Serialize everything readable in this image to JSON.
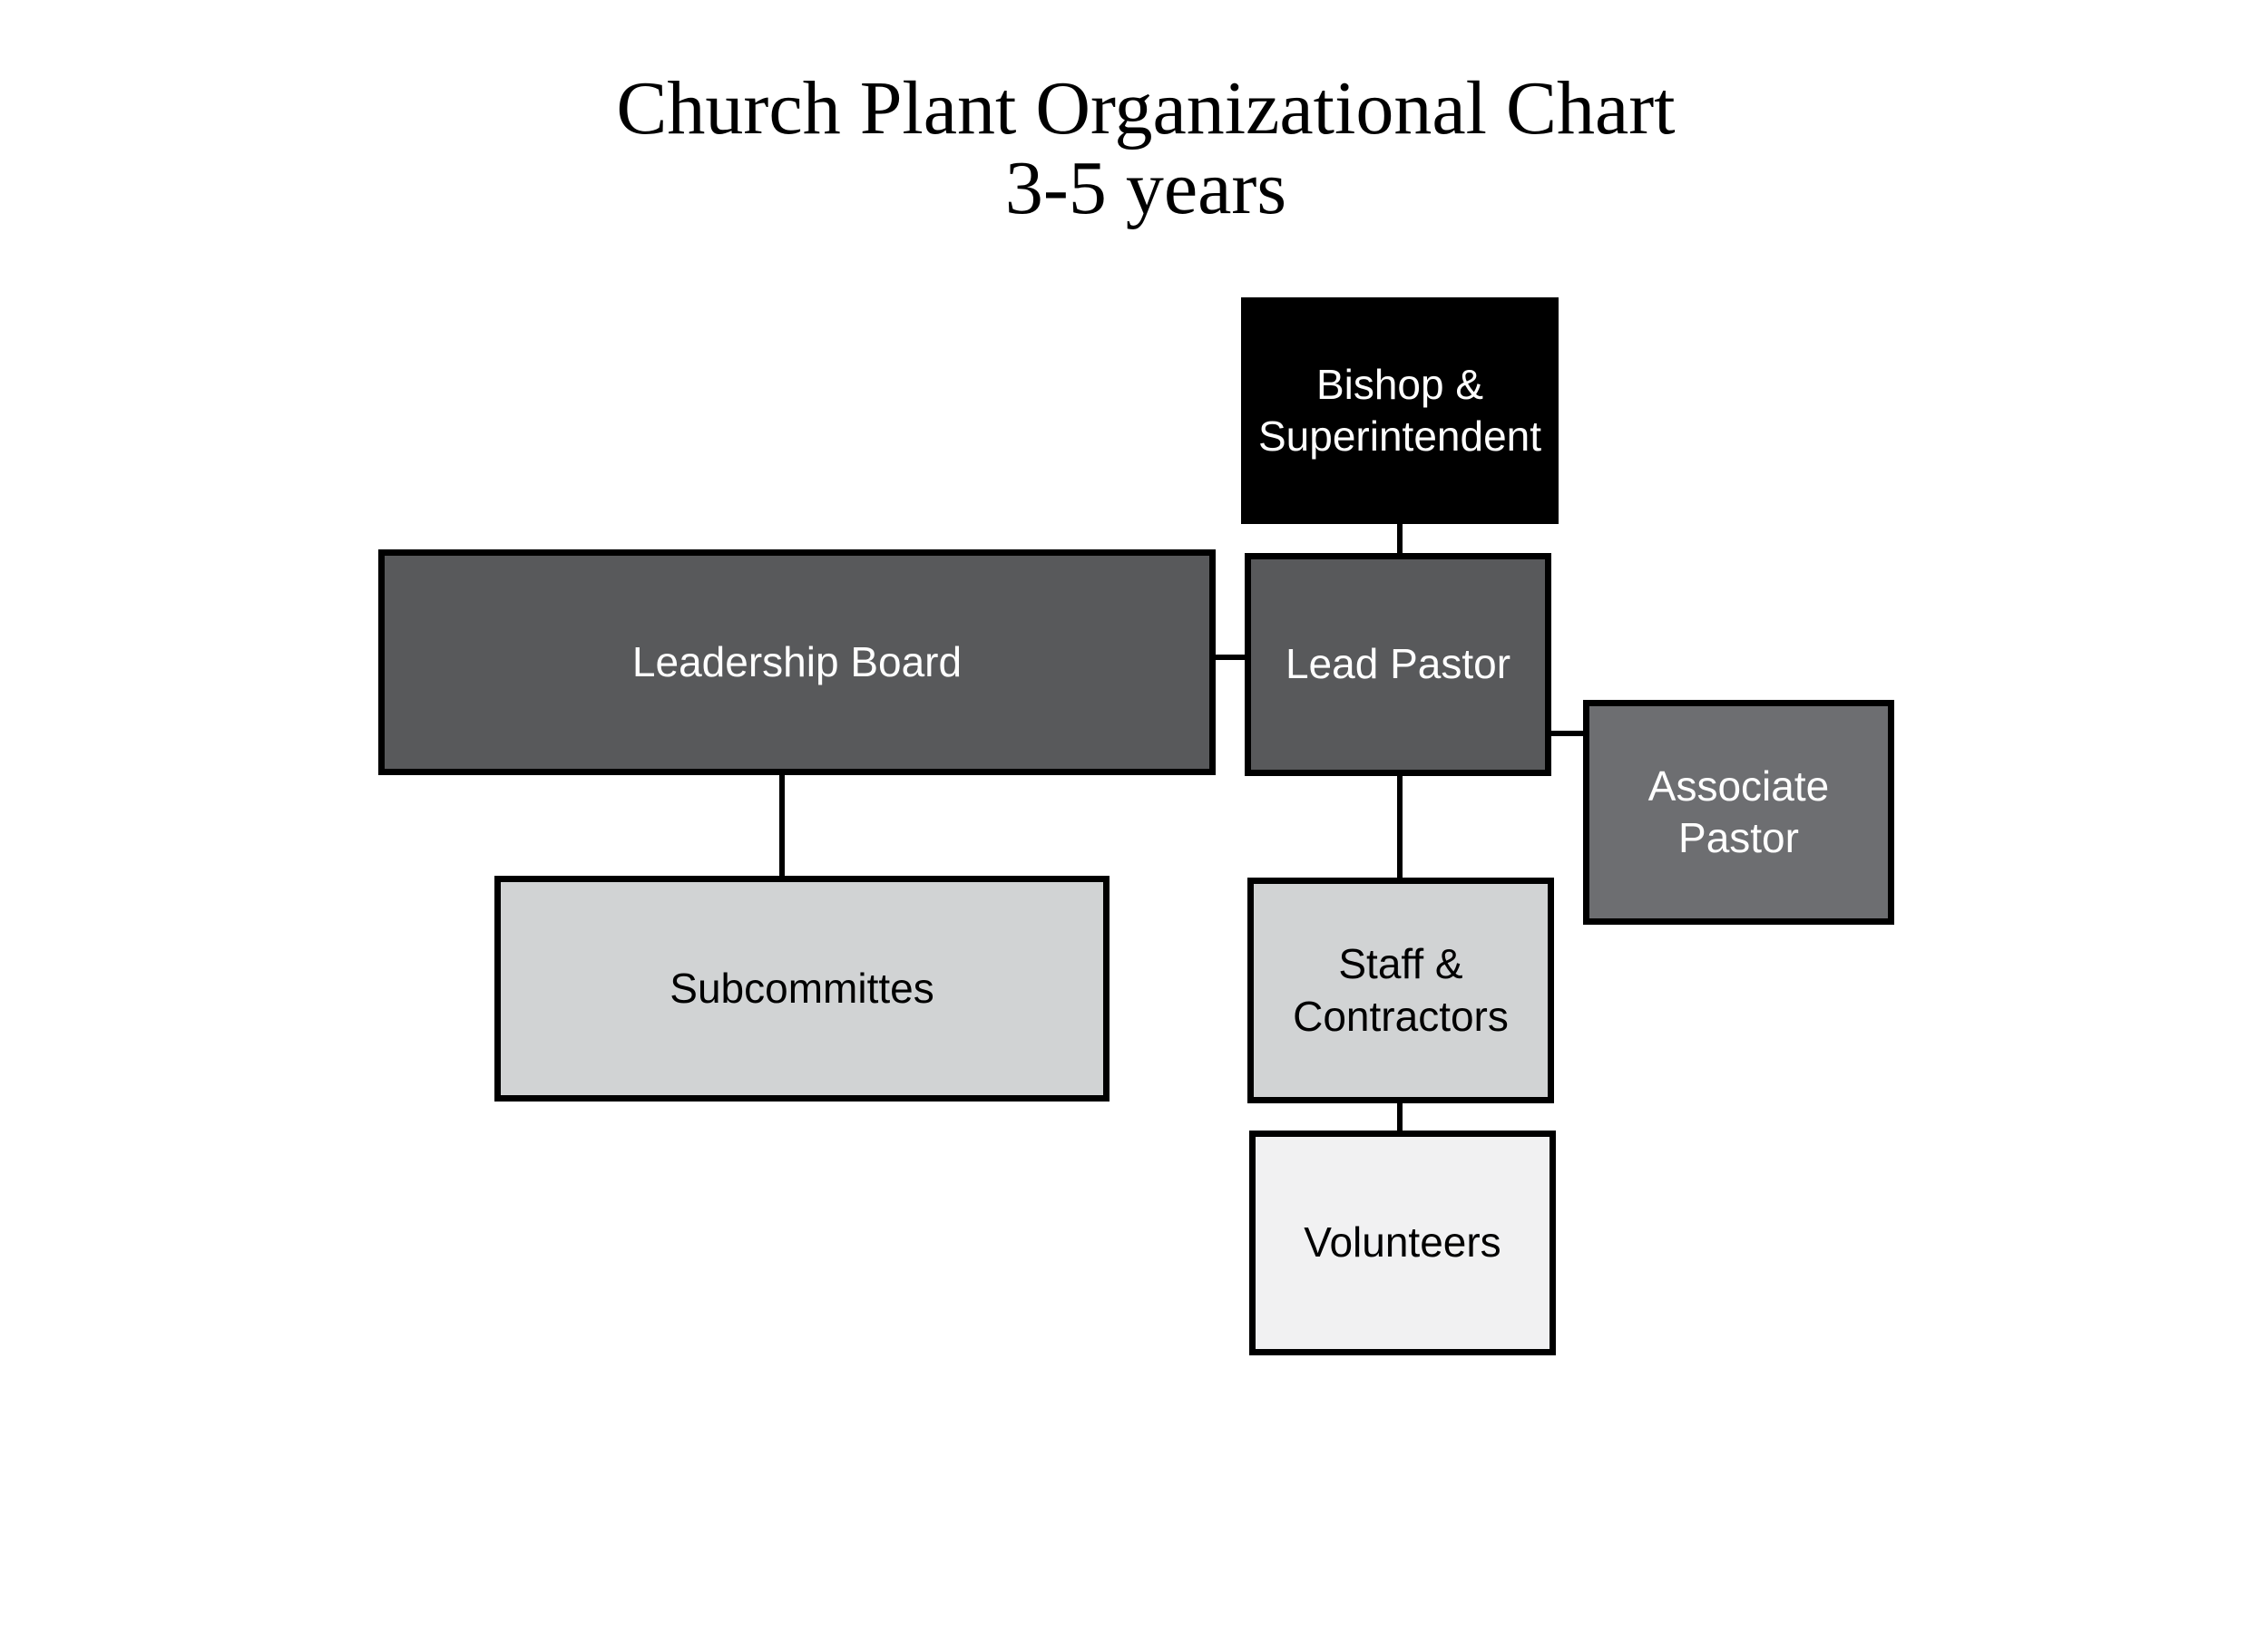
{
  "title": {
    "line1": "Church Plant Organizational Chart",
    "line2": "3-5 years"
  },
  "org": {
    "bishop": {
      "label": "Bishop &\nSuperintendent",
      "fill": "#000000",
      "text_color": "#ffffff"
    },
    "leadership_board": {
      "label": "Leadership Board",
      "fill": "#58595b",
      "text_color": "#ffffff"
    },
    "lead_pastor": {
      "label": "Lead Pastor",
      "fill": "#58595b",
      "text_color": "#ffffff"
    },
    "associate_pastor": {
      "label": "Associate\nPastor",
      "fill": "#6d6e71",
      "text_color": "#ffffff"
    },
    "subcommittes": {
      "label": "Subcommittes",
      "fill": "#d1d3d4",
      "text_color": "#000000"
    },
    "staff_contractors": {
      "label": "Staff &\nContractors",
      "fill": "#d1d3d4",
      "text_color": "#000000"
    },
    "volunteers": {
      "label": "Volunteers",
      "fill": "#f1f1f2",
      "text_color": "#000000"
    }
  },
  "edges": [
    {
      "from": "bishop",
      "to": "lead_pastor",
      "orientation": "vertical"
    },
    {
      "from": "leadership_board",
      "to": "lead_pastor",
      "orientation": "horizontal"
    },
    {
      "from": "lead_pastor",
      "to": "associate_pastor",
      "orientation": "horizontal"
    },
    {
      "from": "leadership_board",
      "to": "subcommittes",
      "orientation": "vertical"
    },
    {
      "from": "lead_pastor",
      "to": "staff_contractors",
      "orientation": "vertical"
    },
    {
      "from": "staff_contractors",
      "to": "volunteers",
      "orientation": "vertical"
    }
  ],
  "colors": {
    "background": "#ffffff",
    "connector": "#000000",
    "title_color": "#000000",
    "border": "#000000"
  }
}
